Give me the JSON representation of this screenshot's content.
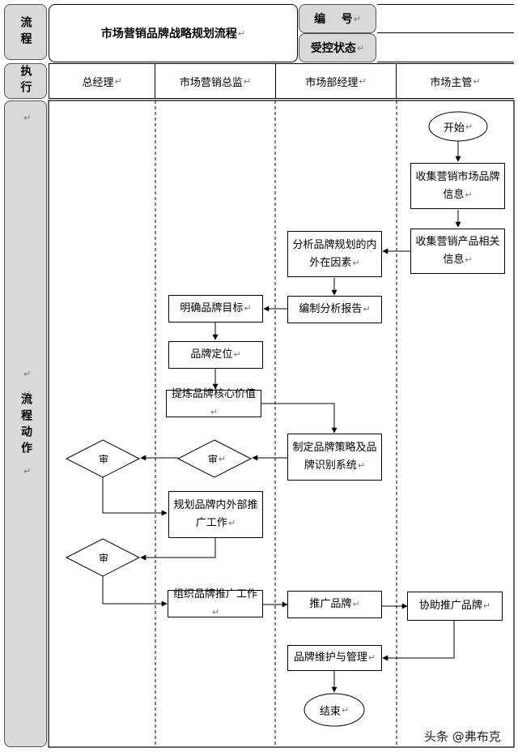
{
  "header": {
    "row_label": "流程",
    "title": "市场营销品牌战略规划流程",
    "code_label": "编    号",
    "code_value": "",
    "status_label": "受控状态",
    "status_value": ""
  },
  "lanes_header": {
    "row_label": "执行",
    "lanes": [
      "总经理",
      "市场营销总监",
      "市场部经理",
      "市场主管"
    ]
  },
  "body": {
    "row_label": "流程动作"
  },
  "nodes": {
    "start": "开始",
    "collect_brand_info": "收集营销市场品牌信息",
    "collect_product_info": "收集营销产品相关信息",
    "analyze_factors": "分析品牌规划的内外在因素",
    "write_report": "编制分析报告",
    "define_goal": "明确品牌目标",
    "positioning": "品牌定位",
    "core_value": "提炼品牌核心价值",
    "strategy": "制定品牌策略及品牌识别系统",
    "approve_1": "审",
    "approve_2": "审",
    "approve_3": "审",
    "plan_promo": "规划品牌内外部推广工作",
    "organize_promo": "组织品牌推广工作",
    "promote": "推广品牌",
    "assist_promo": "协助推广品牌",
    "maintain": "品牌维护与管理",
    "end": "结束"
  },
  "para_mark": "↵",
  "watermark": "头条 @弗布克"
}
